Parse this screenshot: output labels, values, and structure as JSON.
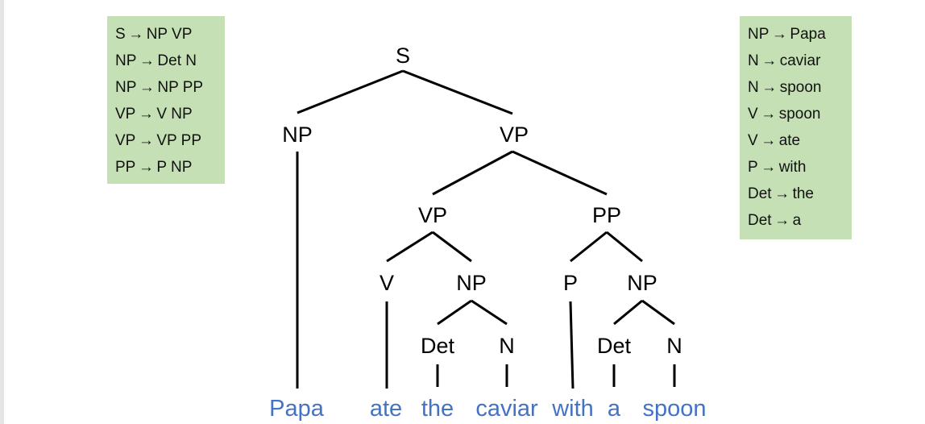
{
  "rules_left": [
    {
      "lhs": "S",
      "rhs": "NP VP"
    },
    {
      "lhs": "NP",
      "rhs": "Det N"
    },
    {
      "lhs": "NP",
      "rhs": "NP PP"
    },
    {
      "lhs": "VP",
      "rhs": "V NP"
    },
    {
      "lhs": "VP",
      "rhs": "VP PP"
    },
    {
      "lhs": "PP",
      "rhs": "P NP"
    }
  ],
  "rules_right": [
    {
      "lhs": "NP",
      "rhs": "Papa"
    },
    {
      "lhs": "N",
      "rhs": "caviar"
    },
    {
      "lhs": "N",
      "rhs": "spoon"
    },
    {
      "lhs": "V",
      "rhs": "spoon"
    },
    {
      "lhs": "V",
      "rhs": "ate"
    },
    {
      "lhs": "P",
      "rhs": "with"
    },
    {
      "lhs": "Det",
      "rhs": "the"
    },
    {
      "lhs": "Det",
      "rhs": "a"
    }
  ],
  "arrow_symbol": "→",
  "box_color": "#c5e0b4",
  "word_color": "#4472c4",
  "tree": {
    "nodes": [
      {
        "id": "s",
        "label": "S"
      },
      {
        "id": "np1",
        "label": "NP"
      },
      {
        "id": "vp1",
        "label": "VP"
      },
      {
        "id": "vp2",
        "label": "VP"
      },
      {
        "id": "pp",
        "label": "PP"
      },
      {
        "id": "v",
        "label": "V"
      },
      {
        "id": "np2",
        "label": "NP"
      },
      {
        "id": "p",
        "label": "P"
      },
      {
        "id": "np3",
        "label": "NP"
      },
      {
        "id": "det1",
        "label": "Det"
      },
      {
        "id": "n1",
        "label": "N"
      },
      {
        "id": "det2",
        "label": "Det"
      },
      {
        "id": "n2",
        "label": "N"
      }
    ],
    "words": [
      {
        "id": "w-papa",
        "text": "Papa"
      },
      {
        "id": "w-ate",
        "text": "ate"
      },
      {
        "id": "w-the",
        "text": "the"
      },
      {
        "id": "w-caviar",
        "text": "caviar"
      },
      {
        "id": "w-with",
        "text": "with"
      },
      {
        "id": "w-a",
        "text": "a"
      },
      {
        "id": "w-spoon",
        "text": "spoon"
      }
    ],
    "edges": [
      [
        "s",
        "np1"
      ],
      [
        "s",
        "vp1"
      ],
      [
        "np1",
        "w-papa"
      ],
      [
        "vp1",
        "vp2"
      ],
      [
        "vp1",
        "pp"
      ],
      [
        "vp2",
        "v"
      ],
      [
        "vp2",
        "np2"
      ],
      [
        "pp",
        "p"
      ],
      [
        "pp",
        "np3"
      ],
      [
        "v",
        "w-ate"
      ],
      [
        "np2",
        "det1"
      ],
      [
        "np2",
        "n1"
      ],
      [
        "det1",
        "w-the"
      ],
      [
        "n1",
        "w-caviar"
      ],
      [
        "p",
        "w-with"
      ],
      [
        "np3",
        "det2"
      ],
      [
        "np3",
        "n2"
      ],
      [
        "det2",
        "w-a"
      ],
      [
        "n2",
        "w-spoon"
      ]
    ]
  }
}
